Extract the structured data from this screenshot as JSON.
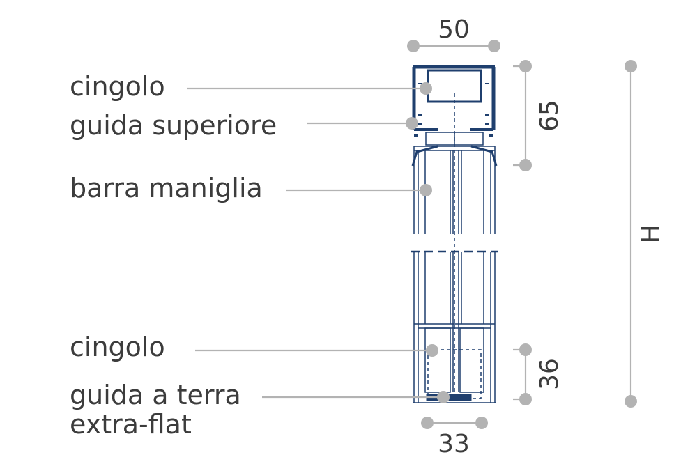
{
  "labels": {
    "cingolo_top": "cingolo",
    "guida_superiore": "guida superiore",
    "barra_maniglia": "barra maniglia",
    "cingolo_bottom": "cingolo",
    "guida_a_terra_line1": "guida a terra",
    "guida_a_terra_line2": "extra-flat"
  },
  "dimensions": {
    "top_width": "50",
    "top_height": "65",
    "bottom_height": "36",
    "bottom_width": "33",
    "total_height": "H"
  },
  "colors": {
    "profile": "#1f3f6e",
    "leader": "#b3b3b3",
    "text": "#3c3c3c",
    "background": "#ffffff"
  }
}
